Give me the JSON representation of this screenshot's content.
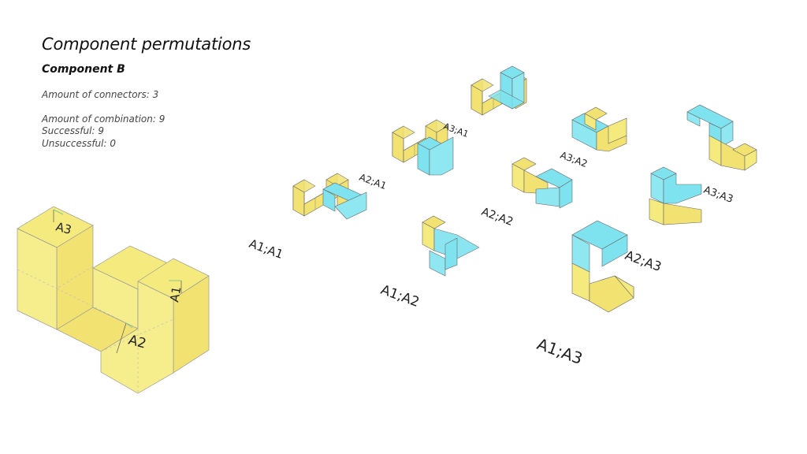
{
  "title": "Component permutations",
  "subtitle": "Component B",
  "stats": {
    "connectors": "Amount of connectors: 3",
    "combinations": "Amount of combination: 9",
    "successful": "Successful: 9",
    "unsuccessful": "Unsuccessful: 0"
  },
  "component_b": {
    "connectors": [
      "A3",
      "A2",
      "A1"
    ]
  },
  "pairs": [
    {
      "label": "A1;A1"
    },
    {
      "label": "A1;A2"
    },
    {
      "label": "A1;A3"
    },
    {
      "label": "A2;A1"
    },
    {
      "label": "A2;A2"
    },
    {
      "label": "A2;A3"
    },
    {
      "label": "A3;A1"
    },
    {
      "label": "A3;A2"
    },
    {
      "label": "A3;A3"
    }
  ],
  "colors": {
    "component_yellow": "#f1e272",
    "component_cyan": "#7fe3ef",
    "outline": "#555555"
  }
}
